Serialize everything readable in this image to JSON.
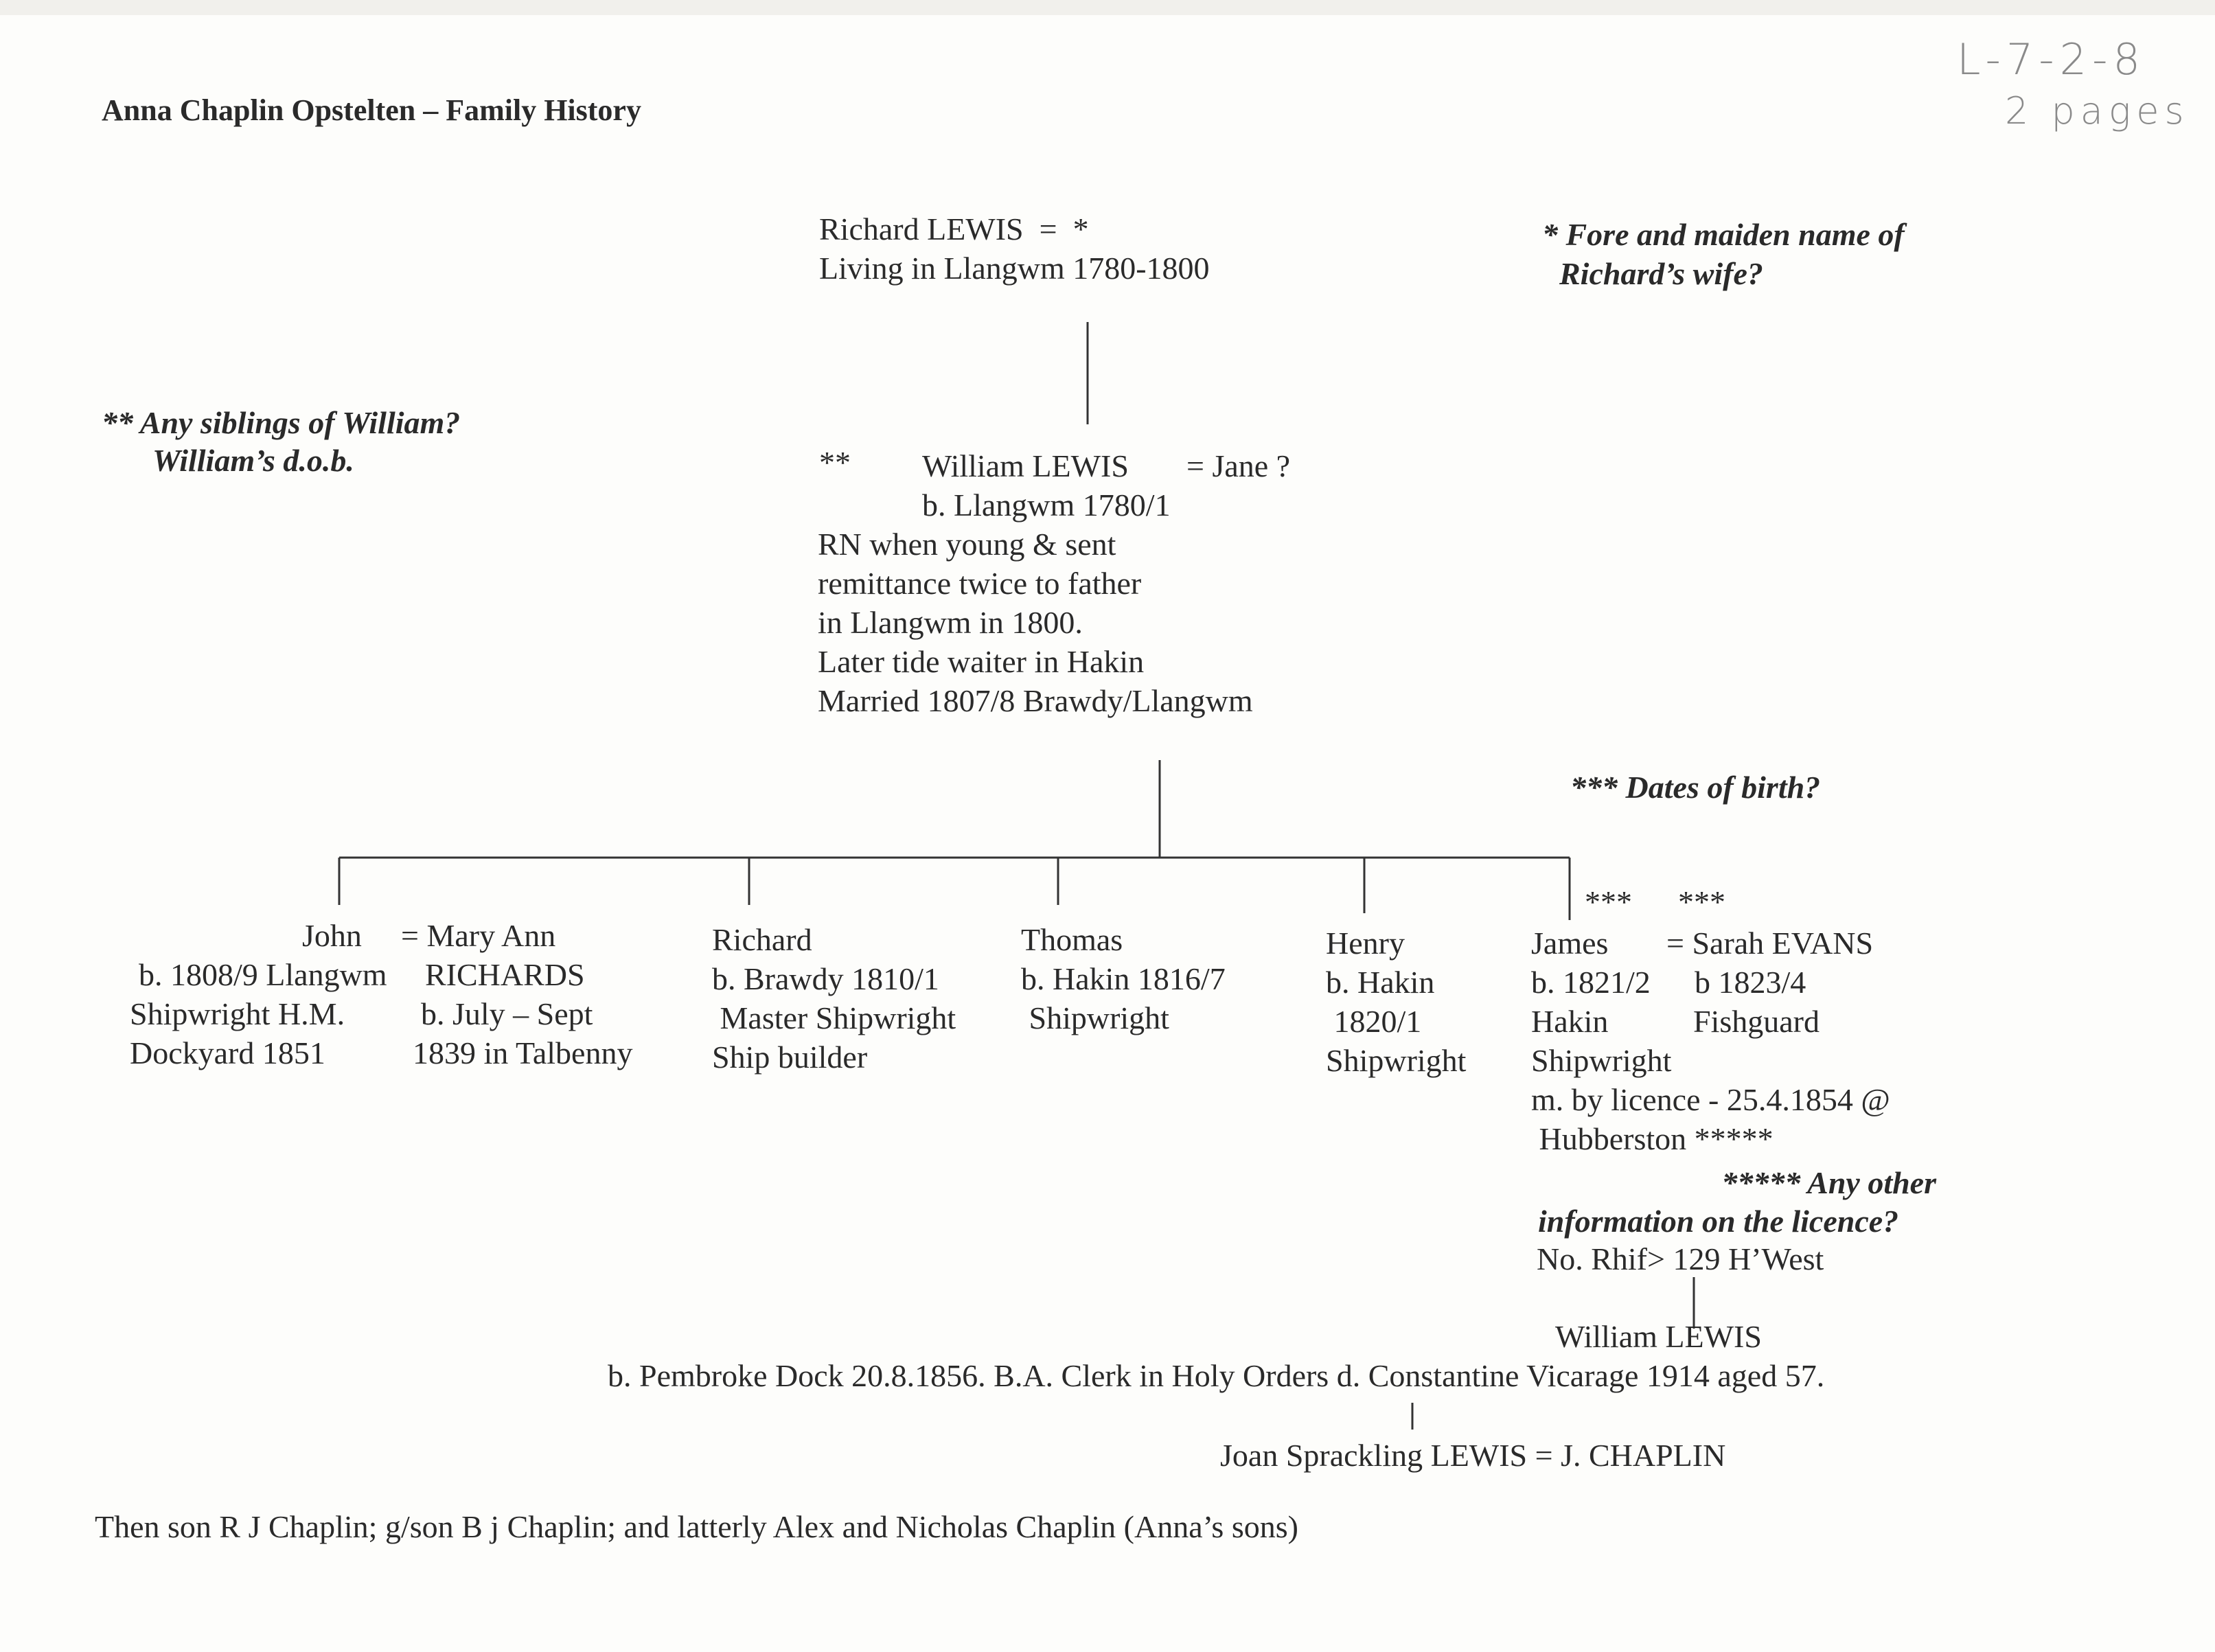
{
  "header": {
    "title": "Anna Chaplin Opstelten – Family History",
    "archive_ref": "L-7-2-8",
    "page_count_note": "2 pages"
  },
  "notes": {
    "wife_query": [
      "* Fore and maiden name of",
      "Richard’s wife?"
    ],
    "siblings_query": [
      "** Any siblings of William?",
      "William’s d.o.b."
    ],
    "dates_query": "*** Dates of birth?",
    "licence_query": [
      "***** Any other",
      "information on the licence?"
    ]
  },
  "generation1": {
    "line1": "Richard LEWIS  =  *",
    "line2": "Living in Llangwm 1780-1800"
  },
  "generation2": {
    "marker": "**",
    "name": "William LEWIS",
    "spouse": "= Jane ?",
    "birth": "b. Llangwm 1780/1",
    "details": [
      "RN when young & sent",
      "remittance twice to father",
      "in Llangwm in 1800.",
      "Later tide waiter in Hakin",
      "Married 1807/8 Brawdy/Llangwm"
    ]
  },
  "children": {
    "john": {
      "lines": [
        "John",
        "b. 1808/9 Llangwm",
        "Shipwright H.M.",
        "Dockyard 1851"
      ],
      "spouse": [
        "= Mary Ann",
        "RICHARDS",
        "b. July – Sept",
        "1839 in Talbenny"
      ]
    },
    "richard": {
      "lines": [
        "Richard",
        "b. Brawdy 1810/1",
        " Master Shipwright",
        "Ship builder"
      ]
    },
    "thomas": {
      "lines": [
        "Thomas",
        "b. Hakin 1816/7",
        " Shipwright"
      ]
    },
    "henry": {
      "lines": [
        "Henry",
        "b. Hakin",
        " 1820/1",
        "Shipwright"
      ]
    },
    "james": {
      "markers": [
        "***",
        "***"
      ],
      "lines": [
        "James",
        "b. 1821/2",
        "Hakin",
        "Shipwright",
        "m. by licence - 25.4.1854 @",
        " Hubberston *****"
      ],
      "spouse": [
        "= Sarah EVANS",
        "b 1823/4",
        "Fishguard"
      ],
      "reference": "No. Rhif> 129 H’West"
    }
  },
  "generation4": {
    "name": "William LEWIS",
    "details": "b. Pembroke Dock 20.8.1856. B.A. Clerk in Holy Orders d. Constantine Vicarage 1914 aged 57."
  },
  "generation5": {
    "line": "Joan Sprackling LEWIS = J. CHAPLIN"
  },
  "footer": "Then son R J Chaplin; g/son B j Chaplin; and latterly Alex and Nicholas Chaplin (Anna’s sons)"
}
